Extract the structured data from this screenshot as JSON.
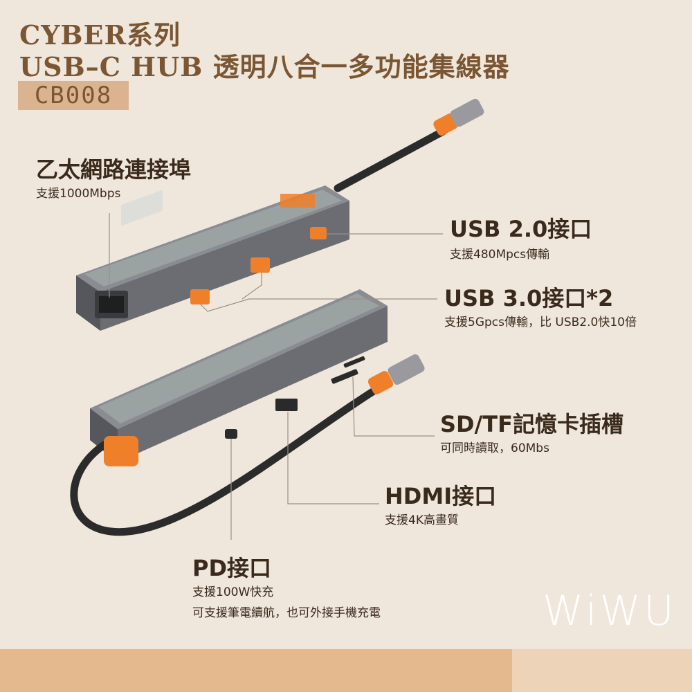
{
  "header": {
    "title_line1": "CYBER系列",
    "title_line2": "USB–C HUB 透明八合一多功能集線器",
    "model": "CB008"
  },
  "features": {
    "ethernet": {
      "title": "乙太網路連接埠",
      "desc": "支援1000Mbps"
    },
    "usb20": {
      "title": "USB 2.0接口",
      "desc": "支援480Mpcs傳輸"
    },
    "usb30": {
      "title": "USB 3.0接口*2",
      "desc": "支援5Gpcs傳輸，比 USB2.0快10倍"
    },
    "sdtf": {
      "title": "SD/TF記憶卡插槽",
      "desc": "可同時讀取，60Mbs"
    },
    "hdmi": {
      "title": "HDMI接口",
      "desc": "支援4K高畫質"
    },
    "pd": {
      "title": "PD接口",
      "desc_line1": "支援100W快充",
      "desc_line2": "可支援筆電續航，也可外接手機充電"
    }
  },
  "brand": {
    "logo": "WiWU"
  },
  "colors": {
    "background": "#efe6dc",
    "title_brown": "#7a5632",
    "badge": "#d9b48e",
    "accent_orange": "#f07f2a",
    "hub_body": "#6b6d72",
    "cable": "#2b2b2b"
  }
}
